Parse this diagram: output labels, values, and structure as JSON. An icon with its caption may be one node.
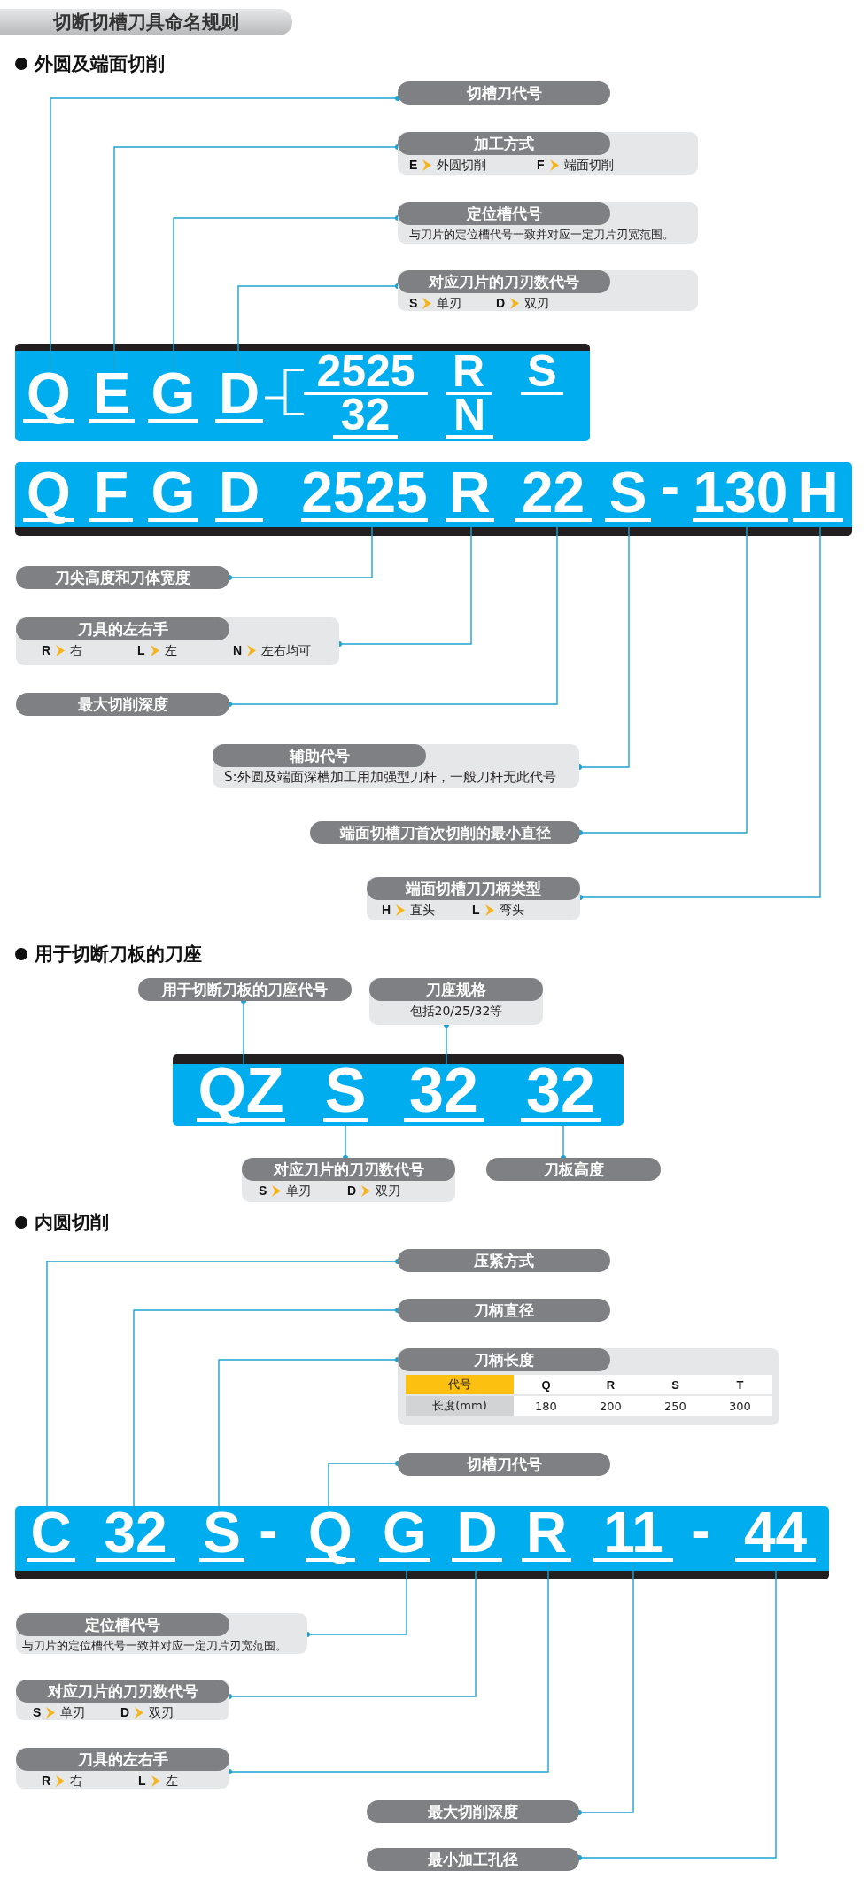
{
  "diagram": {
    "title": "切断切槽刀具命名规则",
    "nodes": [
      {
        "text": [
          "切槽刀代号"
        ]
      },
      {
        "text": [
          "加工方式",
          "E",
          "外圆切削",
          "F",
          "端面切削"
        ]
      },
      {
        "text": [
          "定位槽代号",
          "与刀片的定位槽代号一致并对应一定刀片刃宽范围。"
        ]
      },
      {
        "text": [
          "对应刀片的刀刃数代号",
          "S",
          "单刃",
          "D",
          "双刃"
        ]
      },
      {
        "text": [
          "2525",
          "32",
          "R",
          "N",
          "S"
        ]
      },
      {
        "text": [
          "Q"
        ],
        "in": 4
      },
      {
        "text": [
          "E"
        ],
        "in": 4
      },
      {
        "text": [
          "G"
        ],
        "in": 4
      },
      {
        "text": [
          "D"
        ],
        "in": 4
      },
      {
        "text": [
          "Q",
          "F",
          "G",
          "D",
          "-"
        ]
      },
      {
        "text": [
          "2525"
        ],
        "in": 9
      },
      {
        "text": [
          "R"
        ],
        "in": 9
      },
      {
        "text": [
          "22"
        ],
        "in": 9
      },
      {
        "text": [
          "S"
        ],
        "in": 9
      },
      {
        "text": [
          "130"
        ],
        "in": 9
      },
      {
        "text": [
          "H"
        ],
        "in": 9
      },
      {
        "text": [
          "刀尖高度和刀体宽度"
        ]
      },
      {
        "text": [
          "刀具的左右手",
          "R",
          "右",
          "L",
          "左",
          "N",
          "左右均可"
        ]
      },
      {
        "text": [
          "最大切削深度"
        ]
      },
      {
        "text": [
          "辅助代号",
          "S:外圆及端面深槽加工用加强型刀杆，一般刀杆无此代号"
        ]
      },
      {
        "text": [
          "端面切槽刀首次切削的最小直径"
        ]
      },
      {
        "text": [
          "端面切槽刀刀柄类型",
          "H",
          "直头",
          "L",
          "弯头"
        ]
      },
      {
        "text": [
          "用于切断刀板的刀座代号"
        ]
      },
      {
        "text": [
          "刀座规格",
          "包括20/25/32等"
        ]
      },
      {
        "text": [],
        "shape": "bar"
      },
      {
        "text": [
          "QZ"
        ],
        "in": 24
      },
      {
        "text": [
          "S"
        ],
        "in": 24
      },
      {
        "text": [
          "32"
        ],
        "in": 24
      },
      {
        "text": [
          "32"
        ],
        "in": 24
      },
      {
        "text": [
          "对应刀片的刀刃数代号",
          "S",
          "单刃",
          "D",
          "双刃"
        ]
      },
      {
        "text": [
          "刀板高度"
        ]
      },
      {
        "text": [
          "压紧方式"
        ]
      },
      {
        "text": [
          "刀柄直径"
        ]
      },
      {
        "text": [
          "刀柄长度",
          "代号",
          "Q",
          "R",
          "S",
          "T",
          "长度(mm)",
          "180",
          "200",
          "250",
          "300"
        ]
      },
      {
        "text": [
          "切槽刀代号"
        ]
      },
      {
        "text": [
          "-",
          "-"
        ]
      },
      {
        "text": [
          "C"
        ],
        "in": 35
      },
      {
        "text": [
          "32"
        ],
        "in": 35
      },
      {
        "text": [
          "S"
        ],
        "in": 35
      },
      {
        "text": [
          "Q"
        ],
        "in": 35
      },
      {
        "text": [
          "G"
        ],
        "in": 35
      },
      {
        "text": [
          "D"
        ],
        "in": 35
      },
      {
        "text": [
          "R"
        ],
        "in": 35
      },
      {
        "text": [
          "11"
        ],
        "in": 35
      },
      {
        "text": [
          "44"
        ],
        "in": 35
      },
      {
        "text": [
          "定位槽代号",
          "与刀片的定位槽代号一致并对应一定刀片刃宽范围。"
        ]
      },
      {
        "text": [
          "对应刀片的刀刃数代号",
          "S",
          "单刃",
          "D",
          "双刃"
        ]
      },
      {
        "text": [
          "刀具的左右手",
          "R",
          "右",
          "L",
          "左"
        ]
      },
      {
        "text": [
          "最大切削深度"
        ]
      },
      {
        "text": [
          "最小加工孔径"
        ]
      }
    ],
    "edges": [
      {
        "from": 5,
        "to": 0,
        "arrow": "other"
      },
      {
        "from": 6,
        "to": 1,
        "arrow": "other"
      },
      {
        "from": 7,
        "to": 2,
        "arrow": "other"
      },
      {
        "from": 8,
        "to": 3,
        "arrow": "other"
      },
      {
        "from": 10,
        "to": 16,
        "arrow": "other"
      },
      {
        "from": 11,
        "to": 17,
        "arrow": "other"
      },
      {
        "from": 12,
        "to": 18,
        "arrow": "other"
      },
      {
        "from": 13,
        "to": 19,
        "arrow": "other"
      },
      {
        "from": 14,
        "to": 20,
        "arrow": "other"
      },
      {
        "from": 15,
        "to": 21,
        "arrow": "other"
      },
      {
        "from": 25,
        "to": 22,
        "arrow": "other"
      },
      {
        "from": 27,
        "to": 23,
        "arrow": "other"
      },
      {
        "from": 26,
        "to": 29,
        "arrow": "other"
      },
      {
        "from": 28,
        "to": 30,
        "arrow": "other"
      },
      {
        "from": 36,
        "to": 31,
        "arrow": "other"
      },
      {
        "from": 37,
        "to": 32,
        "arrow": "other"
      },
      {
        "from": 38,
        "to": 33,
        "arrow": "other"
      },
      {
        "from": 39,
        "to": 34,
        "arrow": "other"
      },
      {
        "from": 40,
        "to": 45,
        "arrow": "other"
      },
      {
        "from": 41,
        "to": 46,
        "arrow": "other"
      },
      {
        "from": 42,
        "to": 47,
        "arrow": "other"
      },
      {
        "from": 43,
        "to": 48,
        "arrow": "other"
      },
      {
        "from": 44,
        "to": 49,
        "arrow": "other"
      }
    ],
    "labels": [
      "外圆及端面切削",
      "用于切断刀板的刀座",
      "内圆切削"
    ]
  }
}
